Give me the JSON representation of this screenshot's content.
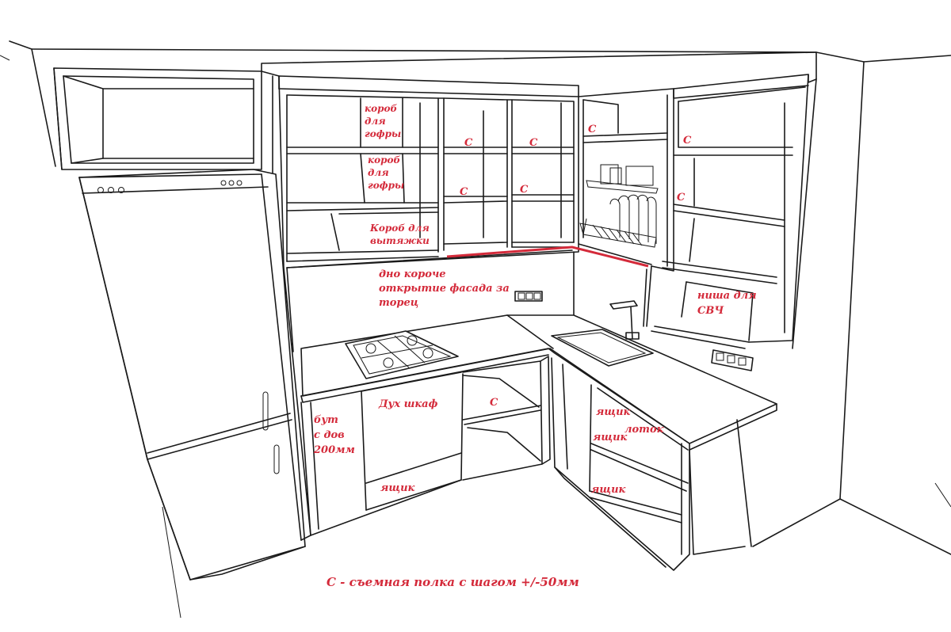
{
  "colors": {
    "annotation": "#d42a3a",
    "line": "#1a1a1a",
    "background": "#ffffff"
  },
  "labels": {
    "korob_gofry_1": [
      "короб",
      "для",
      "гофры"
    ],
    "korob_gofry_2": [
      "короб",
      "для",
      "гофры"
    ],
    "korob_vytyazhki": [
      "Короб для",
      "вытяжки"
    ],
    "dno_koroche": [
      "дно короче",
      "открытие фасада за",
      "торец"
    ],
    "nisha_svch": [
      "ниша для",
      "СВЧ"
    ],
    "but_s_dov": [
      "бут",
      "с дов",
      "200мм"
    ],
    "dukh_shkaf": "Дух шкаф",
    "yashchik_oven": "ящик",
    "yashchik_1": "ящик",
    "lotok": "лоток",
    "yashchik_2": "ящик",
    "yashchik_3": "ящик",
    "shelf_mark": "С",
    "legend": "С - съемная полка с шагом +/-50мм"
  }
}
